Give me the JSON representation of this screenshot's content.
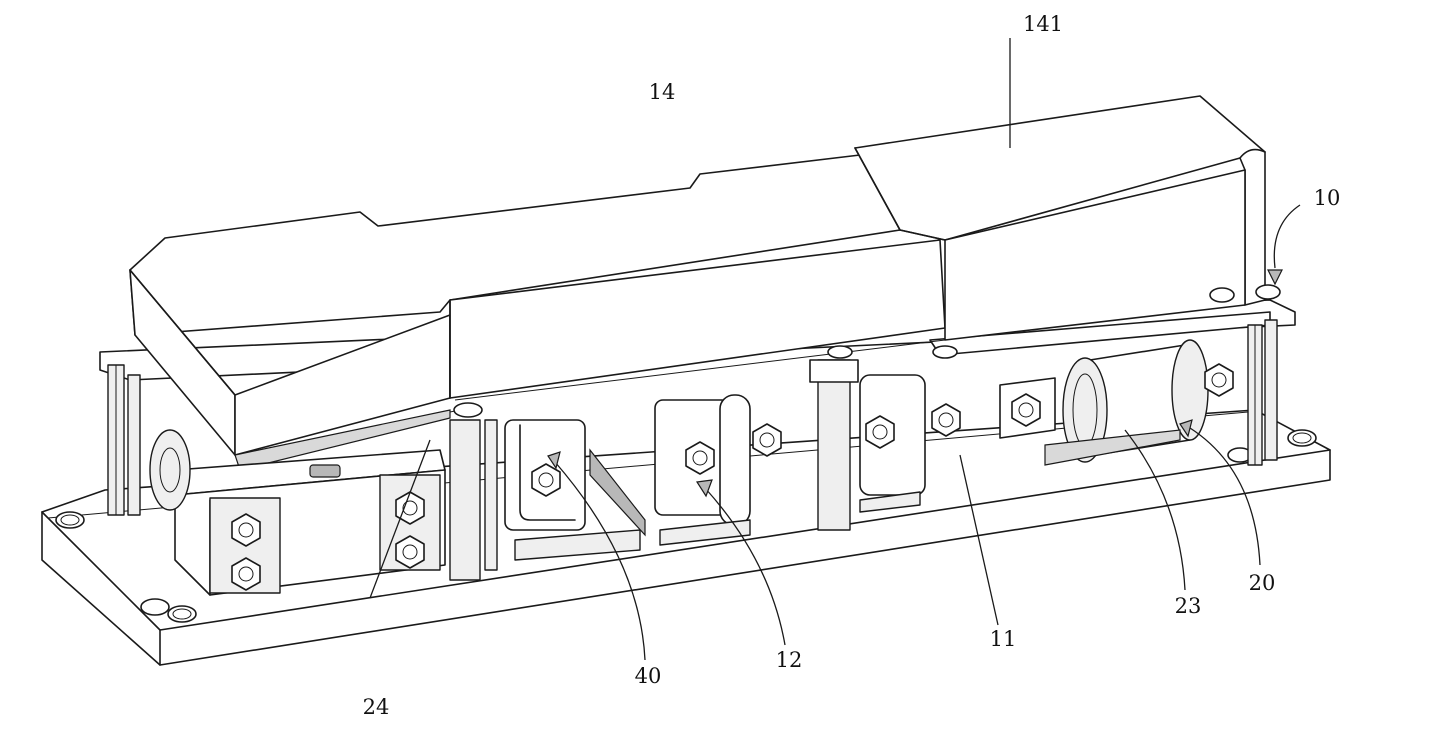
{
  "labels": {
    "l141": "141",
    "l14": "14",
    "l10": "10",
    "l24": "24",
    "l40": "40",
    "l12": "12",
    "l11": "11",
    "l23": "23",
    "l20": "20"
  },
  "icons": {
    "bolt": "hex-bolt-icon",
    "arrow": "leader-arrow-icon"
  },
  "colors": {
    "line": "#1a1a1a",
    "shade": "#d9d9d9"
  }
}
